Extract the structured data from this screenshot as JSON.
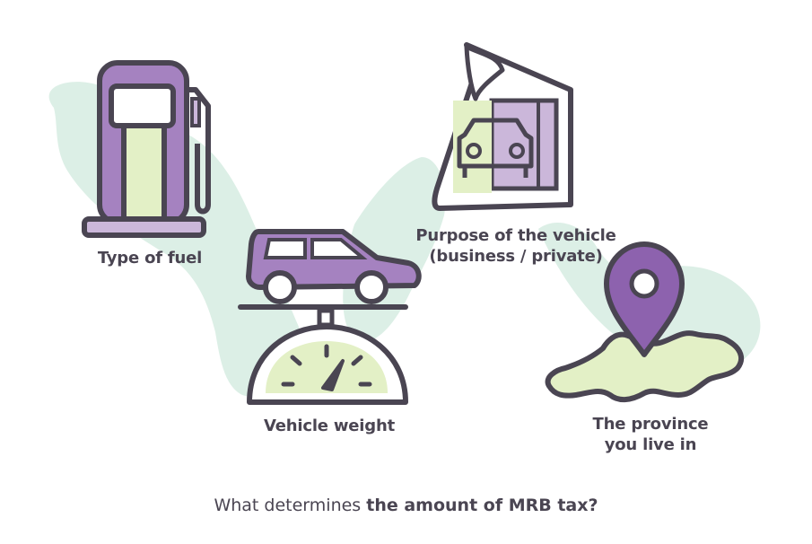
{
  "colors": {
    "outline": "#4a4552",
    "purple": "#a582c0",
    "purple_light": "#cbb7da",
    "green_light": "#e3f0c6",
    "mint_blob": "#dcefe6",
    "pin": "#8d62ae",
    "text": "#4a4552"
  },
  "icons": [
    "fuel-pump-icon",
    "car-on-scale-icon",
    "garage-car-icon",
    "map-pin-province-icon"
  ],
  "labels": {
    "fuel": "Type of fuel",
    "weight": "Vehicle weight",
    "purpose_line1": "Purpose of the vehicle",
    "purpose_line2": "(business / private)",
    "province_line1": "The province",
    "province_line2": "you live in"
  },
  "caption": {
    "prefix": "What determines ",
    "emphasis": "the amount of MRB tax?"
  }
}
